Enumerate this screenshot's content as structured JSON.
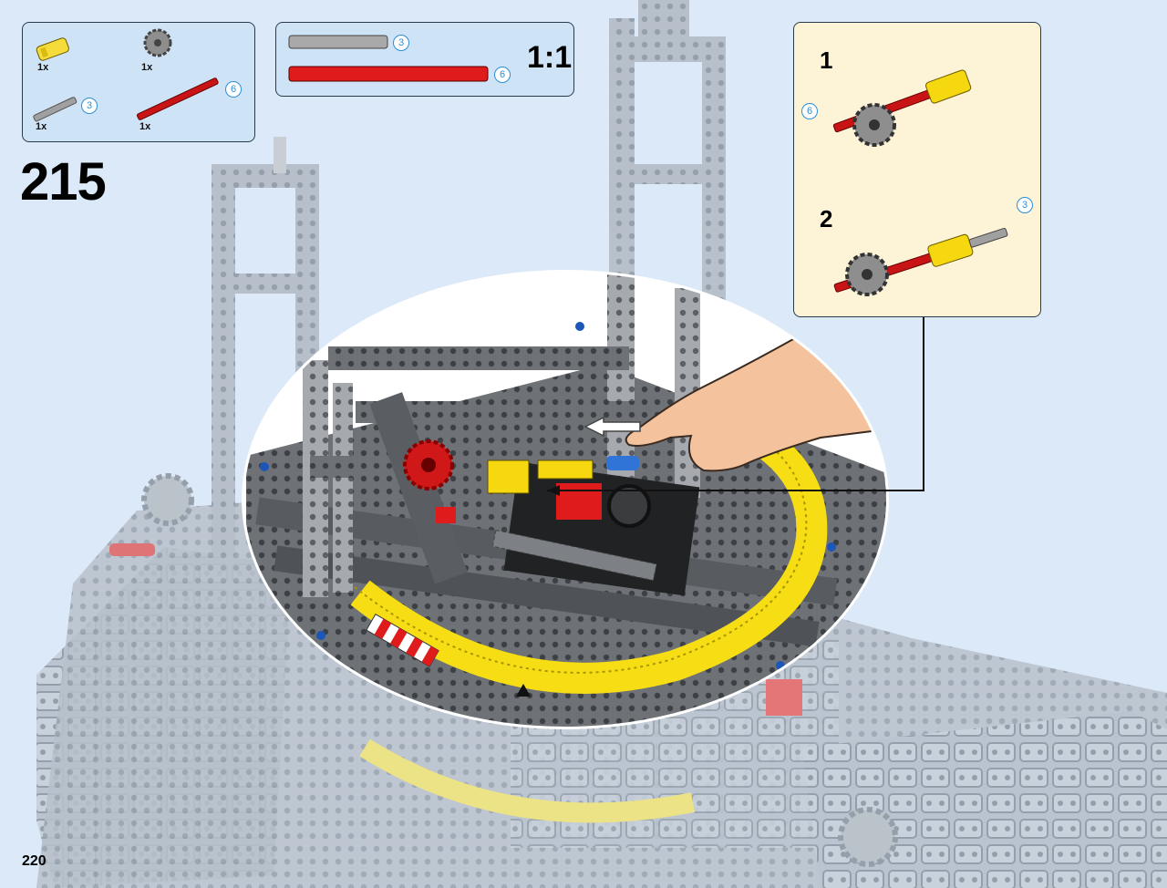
{
  "step": {
    "number": "215"
  },
  "page": {
    "number": "220"
  },
  "parts_list": [
    {
      "name": "yellow-axle-connector",
      "qty": "1x",
      "color": "#f5dc3a"
    },
    {
      "name": "grey-gear-16-tooth",
      "qty": "1x",
      "color": "#8c8c8c"
    },
    {
      "name": "grey-axle",
      "qty": "1x",
      "color": "#9a9a9a",
      "length": "3"
    },
    {
      "name": "red-axle",
      "qty": "1x",
      "color": "#c81414",
      "length": "6"
    }
  ],
  "axle_scale": {
    "label": "1:1",
    "items": [
      {
        "name": "grey-axle",
        "length": "3",
        "color": "#a9a9a9"
      },
      {
        "name": "red-axle",
        "length": "6",
        "color": "#e01b1b"
      }
    ]
  },
  "sub_assembly": {
    "steps": [
      {
        "number": "1",
        "callout": "6"
      },
      {
        "number": "2",
        "callout": "3"
      }
    ]
  },
  "colors": {
    "background": "#dbe9f8",
    "frame": "#6b6f75",
    "yellow": "#f7de1f",
    "red": "#d81b1b",
    "callout_panel": "#fdf4d7"
  }
}
